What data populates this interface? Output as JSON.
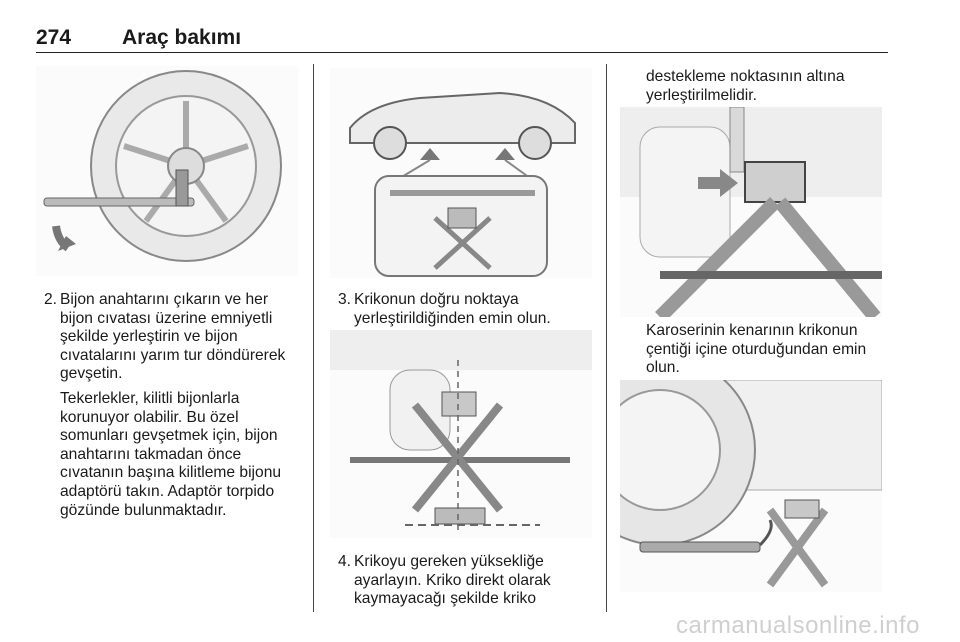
{
  "header": {
    "page_number": "274",
    "section_title": "Araç bakımı"
  },
  "column1": {
    "step_number": "2.",
    "step_text": "Bijon anahtarını çıkarın ve her bijon cıvatası üzerine emniyetli şekilde yerleştirin ve bijon cıvatalarını yarım tur döndürerek gevşetin.",
    "note_text": "Tekerlekler, kilitli bijonlarla korunuyor olabilir. Bu özel somunları gevşetmek için, bijon anahtarını takmadan önce cıvatanın başına kilitleme bijonu adaptörü takın. Adaptör torpido gözünde bulunmaktadır."
  },
  "column2": {
    "step3_number": "3.",
    "step3_text": "Krikonun doğru noktaya yerleştirildiğinden emin olun.",
    "step4_number": "4.",
    "step4_text": "Krikoyu gereken yüksekliğe ayarlayın. Kriko direkt olarak kaymayacağı şekilde kriko"
  },
  "column3": {
    "continued_text": "destekleme noktasının altına yerleştirilmelidir.",
    "caption_text": "Karoserinin kenarının krikonun çentiği içine oturduğundan emin olun."
  },
  "footer": {
    "watermark": "carmanualsonline.info"
  }
}
